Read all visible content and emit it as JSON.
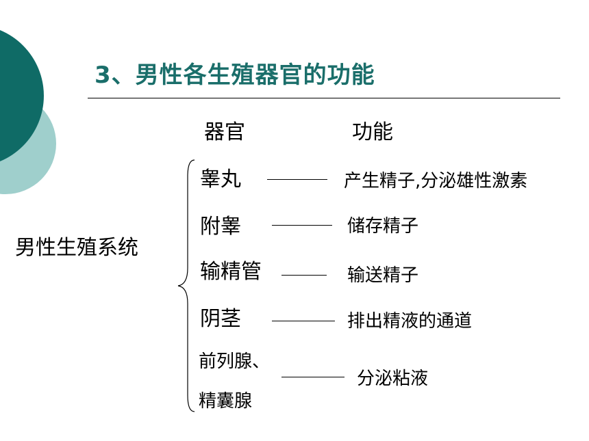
{
  "title": "3、男性各生殖器官的功能",
  "headers": {
    "organ": "器官",
    "function": "功能"
  },
  "system_label": "男性生殖系统",
  "rows": [
    {
      "organ": "睾丸",
      "function": "产生精子,分泌雄性激素"
    },
    {
      "organ": "附睾",
      "function": "储存精子"
    },
    {
      "organ": "输精管",
      "function": "输送精子"
    },
    {
      "organ": "阴茎",
      "function": "排出精液的通道"
    },
    {
      "organ_line1": "前列腺、",
      "organ_line2": "精囊腺",
      "function": "分泌粘液"
    }
  ],
  "colors": {
    "title": "#1a6e6a",
    "circle_dark": "#0f6b66",
    "circle_light": "#9fcfcc"
  }
}
